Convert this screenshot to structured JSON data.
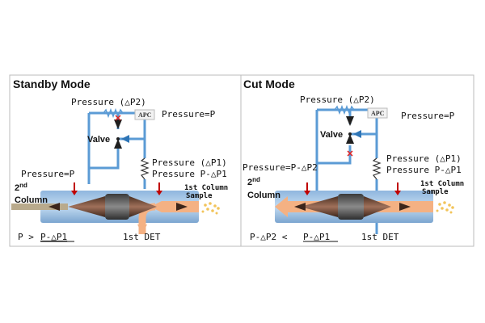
{
  "colors": {
    "line": "#5b9bd5",
    "body": "#9dc3e6",
    "flow": "#f4b183",
    "dark_arrow": "#1f1f1f",
    "red_arrow": "#c00000",
    "cross": "#e02020",
    "column_gray": "#b9aa8c",
    "sample_dots": "#f2c45a"
  },
  "standby": {
    "title": "Standby Mode",
    "pressure_p2": "Pressure (△P2)",
    "pressure_eq_p_top": "Pressure=P",
    "apc": "APC",
    "valve": "Valve",
    "pressure_p1": "Pressure (△P1)",
    "pressure_p_minus_p1": "Pressure P-△P1",
    "pressure_eq_p_left": "Pressure=P",
    "second_col_sup": "2",
    "second_col_suffix": "nd",
    "column": "Column",
    "first_col_sample_line1": "1st Column",
    "first_col_sample_line2": "Sample",
    "condition_left": "P > ",
    "condition_right": "P-△P1",
    "det": "1st DET"
  },
  "cut": {
    "title": "Cut Mode",
    "pressure_p2": "Pressure (△P2)",
    "pressure_eq_p_top": "Pressure=P",
    "apc": "APC",
    "valve": "Valve",
    "pressure_p1": "Pressure (△P1)",
    "pressure_p_minus_p1": "Pressure P-△P1",
    "pressure_p_minus_p2": "Pressure=P-△P2",
    "second_col_sup": "2",
    "second_col_suffix": "nd",
    "column": "Column",
    "first_col_sample_line1": "1st Column",
    "first_col_sample_line2": "Sample",
    "condition_left": "P-△P2 < ",
    "condition_right": "P-△P1",
    "det": "1st DET"
  }
}
